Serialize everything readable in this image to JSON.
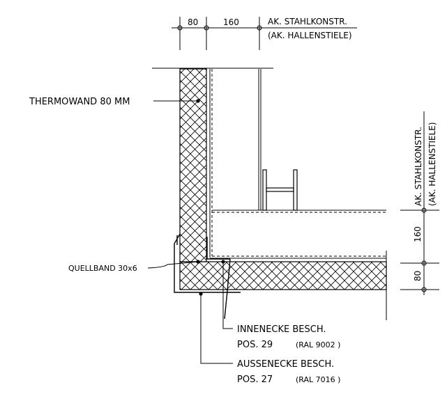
{
  "labels": {
    "thermowand": "THERMOWAND 80 MM",
    "quellband": "QUELLBAND 30x6",
    "innenecke_1": "INNENECKE BESCH.",
    "innenecke_pos": "POS. 29",
    "innenecke_ral": "(RAL 9002 )",
    "aussenecke_1": "AUSSENECKE BESCH.",
    "aussenecke_pos": "POS. 27",
    "aussenecke_ral": "(RAL 7016 )"
  },
  "top_dimension": {
    "segment_1": "80",
    "segment_2": "160",
    "ref_1": "AK. STAHLKONSTR.",
    "ref_2": "(AK. HALLENSTIELE)"
  },
  "right_dimension": {
    "segment_1": "160",
    "segment_2": "80",
    "ref_1": "AK. STAHLKONSTR.",
    "ref_2": "(AK. HALLENSTIELE)"
  },
  "colors": {
    "line": "#000000",
    "background": "#ffffff"
  }
}
